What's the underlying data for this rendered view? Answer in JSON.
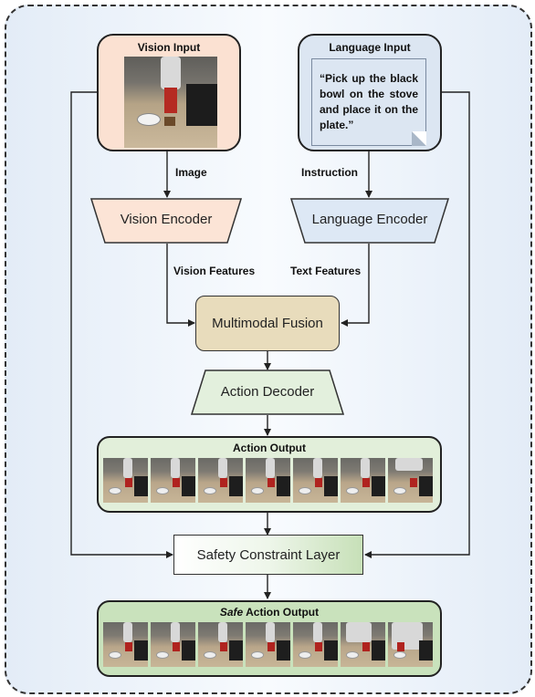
{
  "vision_input": {
    "title": "Vision Input"
  },
  "language_input": {
    "title": "Language Input",
    "instruction_text": "“Pick up the black bowl on the stove and place it on the plate.”"
  },
  "edges": {
    "image": "Image",
    "instruction": "Instruction",
    "vision_features": "Vision Features",
    "text_features": "Text Features"
  },
  "nodes": {
    "vision_encoder": "Vision Encoder",
    "language_encoder": "Language Encoder",
    "multimodal_fusion": "Multimodal Fusion",
    "action_decoder": "Action Decoder",
    "safety_layer": "Safety Constraint Layer"
  },
  "action_output": {
    "title": "Action Output",
    "frames": 7
  },
  "safe_output": {
    "title_em": "Safe",
    "title_rest": " Action Output",
    "frames": 7
  },
  "colors": {
    "vision_input_fill": "#fbe1d2",
    "language_input_fill": "#dce6f2",
    "vision_encoder_fill": "#fce4d6",
    "language_encoder_fill": "#dde8f5",
    "fusion_fill": "#e8dcbc",
    "decoder_fill": "#e3f0dd",
    "output_fill": "#e2efda",
    "safe_output_fill": "#c9e2bc"
  }
}
